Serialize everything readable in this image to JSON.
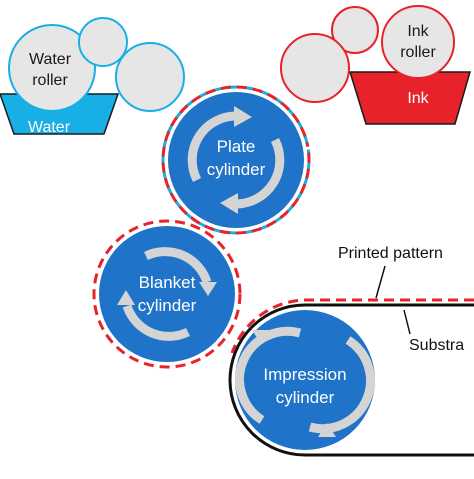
{
  "diagram": {
    "water_roller": {
      "line1": "Water",
      "line2": "roller"
    },
    "water_tray": {
      "label": "Water"
    },
    "ink_roller": {
      "line1": "Ink",
      "line2": "roller"
    },
    "ink_tray": {
      "label": "Ink"
    },
    "plate_cylinder": {
      "line1": "Plate",
      "line2": "cylinder"
    },
    "blanket_cylinder": {
      "line1": "Blanket",
      "line2": "cylinder"
    },
    "impression_cylinder": {
      "line1": "Impression",
      "line2": "cylinder"
    },
    "printed_pattern_label": "Printed pattern",
    "substrate_label": "Substra",
    "colors": {
      "cylinder_blue": "#1f73c8",
      "roller_gray": "#e6e6e6",
      "water_blue": "#18aee6",
      "ink_red": "#e8222a",
      "arrow_gray": "#d4d4d4",
      "dashed_red": "#e8222a",
      "dashed_cyan": "#18aee6"
    }
  }
}
